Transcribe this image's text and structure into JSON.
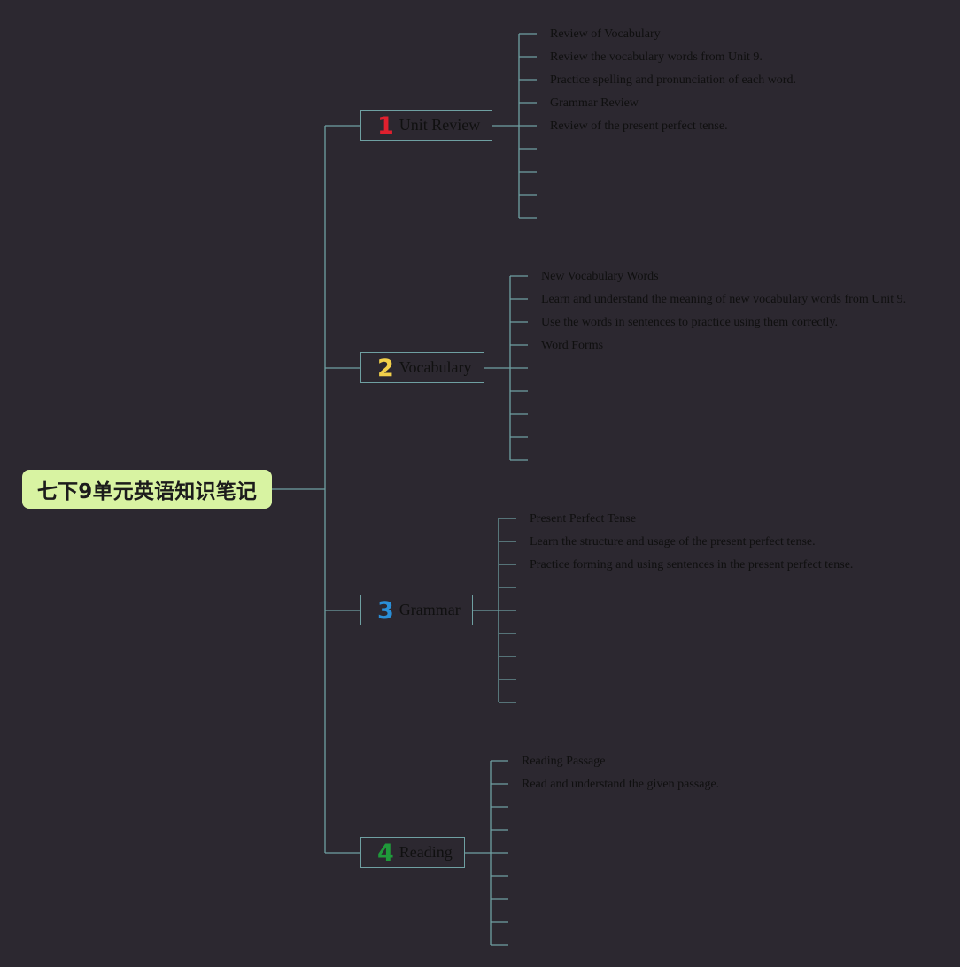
{
  "root": {
    "title": "七下9单元英语知识笔记",
    "color": "#d8f3a2"
  },
  "line_color": "#6fa0a2",
  "branches": [
    {
      "number": "1",
      "number_color": "#e0202e",
      "title": "Unit Review",
      "items": [
        "Review of Vocabulary",
        "Review the vocabulary words from Unit 9.",
        "Practice spelling and pronunciation of each word.",
        "Grammar Review",
        "Review of the present perfect tense."
      ]
    },
    {
      "number": "2",
      "number_color": "#f2d04a",
      "title": "Vocabulary",
      "items": [
        "New Vocabulary Words",
        "Learn and understand the meaning of new vocabulary words from Unit 9.",
        "Use the words in sentences to practice using them correctly.",
        "Word Forms"
      ]
    },
    {
      "number": "3",
      "number_color": "#2a8fd8",
      "title": "Grammar",
      "items": [
        "Present Perfect Tense",
        "Learn the structure and usage of the present perfect tense.",
        "Practice forming and using sentences in the present perfect tense."
      ]
    },
    {
      "number": "4",
      "number_color": "#1f9a3a",
      "title": "Reading",
      "items": [
        "Reading Passage",
        "Read and understand the given passage."
      ]
    }
  ]
}
